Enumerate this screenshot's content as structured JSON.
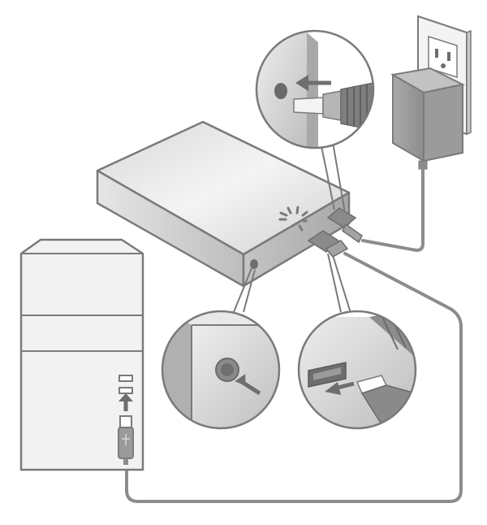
{
  "diagram": {
    "components": [
      {
        "name": "wall-outlet",
        "label": ""
      },
      {
        "name": "power-adapter",
        "label": ""
      },
      {
        "name": "external-hard-drive",
        "label": ""
      },
      {
        "name": "computer-tower",
        "label": ""
      }
    ],
    "callouts": [
      {
        "name": "power-jack-detail"
      },
      {
        "name": "power-button-detail"
      },
      {
        "name": "usb-port-detail"
      }
    ],
    "colors": {
      "outline": "#7a7a7a",
      "body_light": "#ececec",
      "body_mid": "#d0d0d0",
      "body_dark": "#a6a6a6",
      "cable": "#8c8c8c",
      "arrow": "#6e6e6e",
      "background": "#ffffff"
    }
  }
}
